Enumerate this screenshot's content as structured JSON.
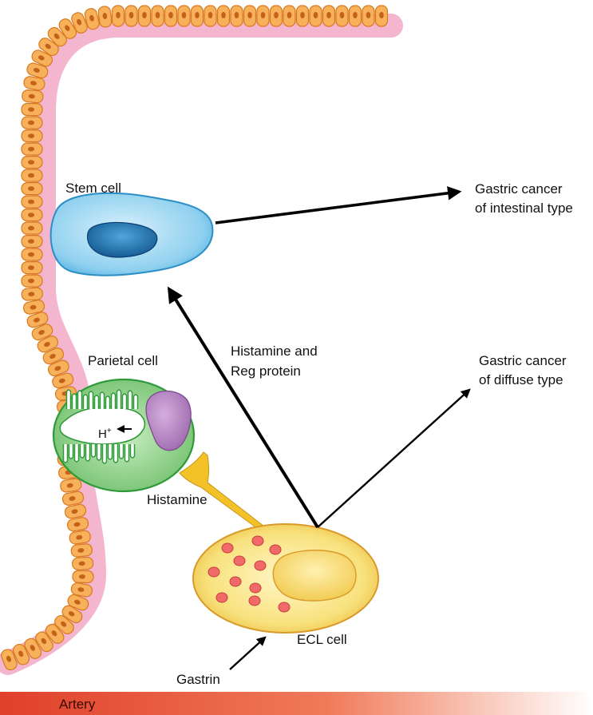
{
  "labels": {
    "stem_cell": "Stem cell",
    "cancer_intestinal_line1": "Gastric cancer",
    "cancer_intestinal_line2": "of intestinal type",
    "parietal_cell": "Parietal cell",
    "histamine_reg_line1": "Histamine and",
    "histamine_reg_line2": "Reg protein",
    "cancer_diffuse_line1": "Gastric cancer",
    "cancer_diffuse_line2": "of diffuse type",
    "h_plus": "H",
    "h_plus_sup": "+",
    "histamine": "Histamine",
    "ecl_cell": "ECL cell",
    "gastrin": "Gastrin",
    "artery": "Artery"
  },
  "colors": {
    "epithelium_fill": "#f6b15a",
    "epithelium_stroke": "#d9781e",
    "epithelium_nucleus": "#c4621a",
    "membrane_pink": "#f4b6cf",
    "stem_cell": "#7cc7ec",
    "stem_nucleus": "#1a6fb0",
    "parietal_cell": "#8fd08a",
    "parietal_stroke": "#2f9a3a",
    "parietal_nucleus": "#b889c4",
    "ecl_cell": "#f7e07a",
    "ecl_granules": "#f06a6a",
    "histamine_process": "#f3c228",
    "artery_start": "#e0402a",
    "artery_end": "#ffffff"
  }
}
